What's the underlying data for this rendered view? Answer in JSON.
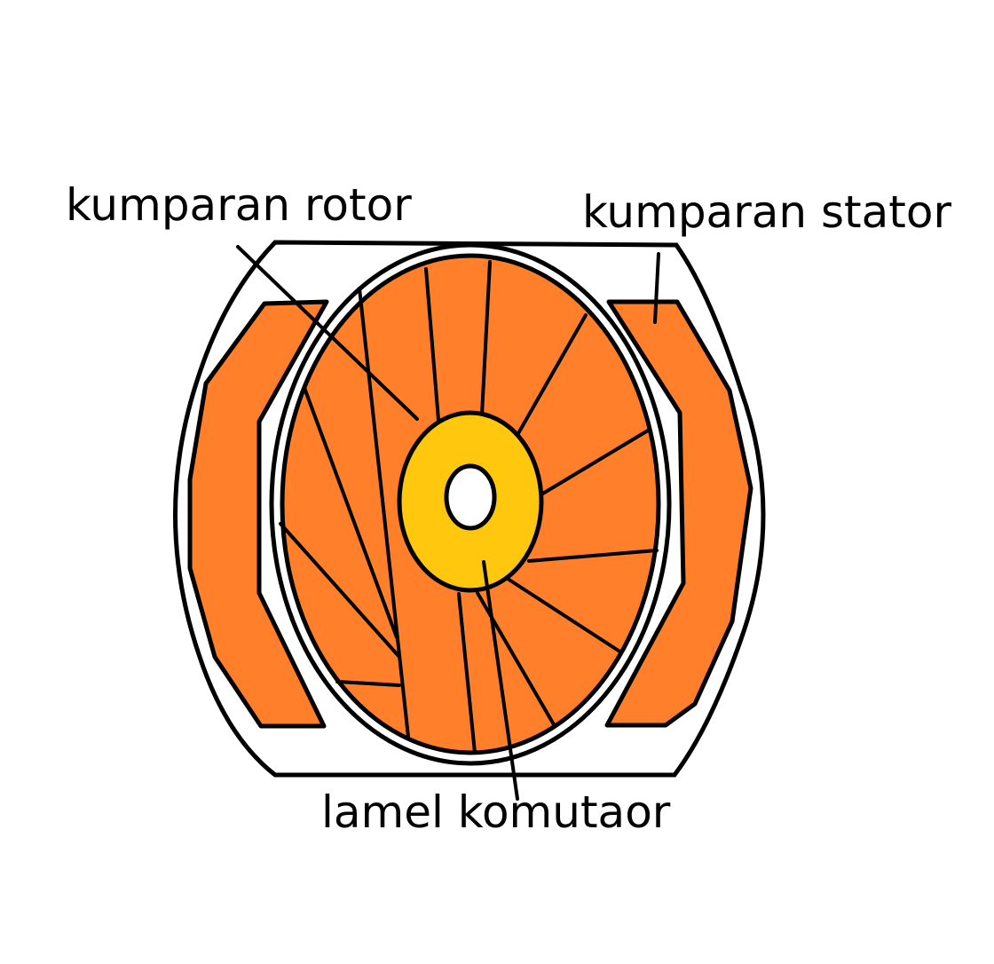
{
  "labels": {
    "rotor_coil": "kumparan rotor",
    "stator_coil": "kumparan stator",
    "commutator_segment": "lamel komutaor"
  },
  "colors": {
    "coil_fill": "#FF7F2A",
    "commutator_fill": "#FFC70E",
    "stroke": "#000000",
    "background": "#FFFFFF"
  }
}
